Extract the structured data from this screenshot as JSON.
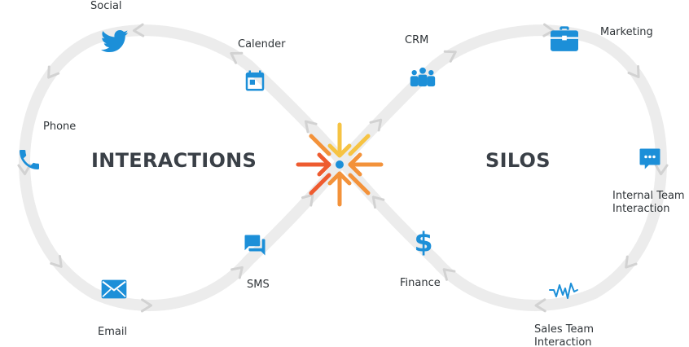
{
  "left_title": "INTERACTIONS",
  "right_title": "SILOS",
  "nodes": {
    "social": "Social",
    "calender": "Calender",
    "phone": "Phone",
    "sms": "SMS",
    "email": "Email",
    "crm": "CRM",
    "marketing": "Marketing",
    "internal_team": "Internal Team Interaction",
    "finance": "Finance",
    "sales_team": "Sales Team Interaction"
  },
  "icons": {
    "social": "twitter-bird",
    "calender": "calendar",
    "phone": "phone-handset",
    "sms": "chat-bubbles",
    "email": "envelope",
    "crm": "group-of-people",
    "marketing": "briefcase",
    "internal_team": "speech-bubble-dots",
    "finance": "dollar-sign",
    "sales_team": "waveform",
    "center": "converging-arrows"
  },
  "colors": {
    "icon_blue": "#1c8fd8",
    "loop_track": "#ececec",
    "arrow_grey": "#d6d6d6",
    "arrow_yellow": "#f6c343",
    "arrow_orange": "#f3923a",
    "arrow_red": "#ee5b2f",
    "text_dark": "#2f3438",
    "title_dark": "#3a4047"
  }
}
